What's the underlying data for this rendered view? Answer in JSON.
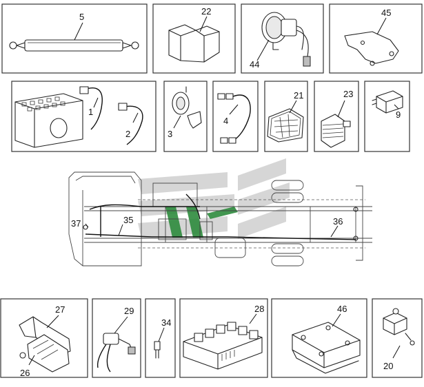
{
  "parts": [
    {
      "id": "part-5",
      "callout": "5"
    },
    {
      "id": "part-22",
      "callout": "22"
    },
    {
      "id": "part-44",
      "callout": "44"
    },
    {
      "id": "part-45",
      "callout": "45"
    },
    {
      "id": "part-1",
      "callout": "1"
    },
    {
      "id": "part-2",
      "callout": "2"
    },
    {
      "id": "part-3",
      "callout": "3"
    },
    {
      "id": "part-4",
      "callout": "4"
    },
    {
      "id": "part-21",
      "callout": "21"
    },
    {
      "id": "part-23",
      "callout": "23"
    },
    {
      "id": "part-9",
      "callout": "9"
    },
    {
      "id": "part-37",
      "callout": "37"
    },
    {
      "id": "part-35",
      "callout": "35"
    },
    {
      "id": "part-36",
      "callout": "36"
    },
    {
      "id": "part-27",
      "callout": "27"
    },
    {
      "id": "part-26",
      "callout": "26"
    },
    {
      "id": "part-29",
      "callout": "29"
    },
    {
      "id": "part-34",
      "callout": "34"
    },
    {
      "id": "part-28",
      "callout": "28"
    },
    {
      "id": "part-46",
      "callout": "46"
    },
    {
      "id": "part-20",
      "callout": "20"
    }
  ],
  "colors": {
    "line": "#222222",
    "watermark_gray": "#cfcfcf",
    "watermark_green": "#2e8b3d"
  }
}
